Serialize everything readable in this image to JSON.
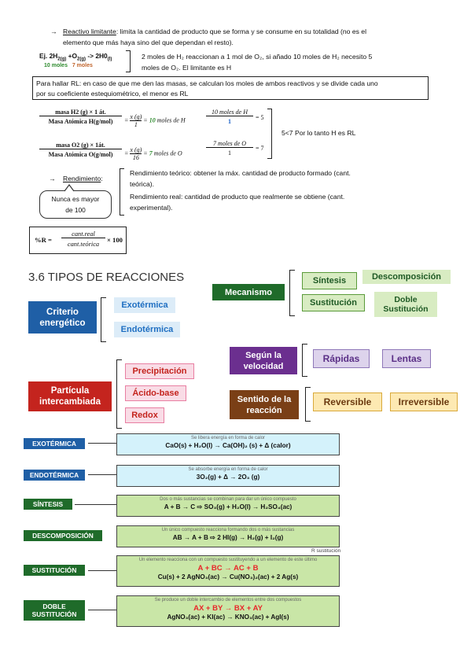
{
  "rl": {
    "arrow": "→",
    "title": "Reactivo limitante",
    "def_1": ": limita la cantidad de producto que se forma y se consume en su totalidad (no es el",
    "def_2": "elemento que más haya sino del que dependan el resto).",
    "eq_prefix": "Ej. 2H",
    "eq_mid": " +O",
    "eq_end": " -> 2H0",
    "eq_moles_a": "10 moles",
    "eq_moles_b": "7 moles",
    "note_1": "2 moles de H₂ reaccionan a 1 mol de O₂, si añado 10 moles de H₂ necesito 5",
    "note_2": "moles de O₂. El limitante es H",
    "how_1": "Para hallar RL: en caso de que me den las masas, se calculan los moles de ambos reactivos y se divide cada uno",
    "how_2": "por su coeficiente estequiométrico, el menor es RL",
    "f1_num": "masa H2 (g) × 1 át.",
    "f1_den": "Masa Atómica H(g/mol)",
    "f1_eq": "= x (g) / 1 = 10 moles de H",
    "f1_ratio_num": "10 moles de H",
    "f1_ratio_den": "1",
    "f1_ratio_res": "= 5",
    "f2_num": "masa O2 (g) × 1át.",
    "f2_den": "Masa Atómica O(g/mol)",
    "f2_eq": "= x (g) / 16 = 7 moles de O",
    "f2_ratio_num": "7 moles de O",
    "f2_ratio_den": "1",
    "f2_ratio_res": "= 7",
    "conclusion": "5<7 Por lo tanto H es RL"
  },
  "rend": {
    "arrow": "→",
    "title": "Rendimiento",
    "colon": ":",
    "callout_1": "Nunca es mayor",
    "callout_2": "de 100",
    "teo_1": "Rendimiento teórico: obtener la máx. cantidad de producto formado (cant.",
    "teo_2": "teórica).",
    "real_1": "Rendimiento real: cantidad de producto que realmente se obtiene (cant.",
    "real_2": "experimental).",
    "formula_left": "%R =",
    "formula_num": "cant.real",
    "formula_den": "cant.teórica",
    "formula_right": "× 100"
  },
  "section_title": "3.6 TIPOS DE REACCIONES",
  "mapa": {
    "criterio": "Criterio energético",
    "exotermica": "Exotérmica",
    "endotermica": "Endotérmica",
    "mecanismo": "Mecanismo",
    "sintesis": "Síntesis",
    "descomposicion": "Descomposición",
    "sustitucion": "Sustitución",
    "doble_1": "Doble",
    "doble_2": "Sustitución",
    "velocidad": "Según la velocidad",
    "rapidas": "Rápidas",
    "lentas": "Lentas",
    "particula": "Partícula intercambiada",
    "precipitacion": "Precipitación",
    "acido_base": "Ácido-base",
    "redox": "Redox",
    "sentido": "Sentido de la reacción",
    "reversible": "Reversible",
    "irreversible": "Irreversible"
  },
  "tipos": [
    {
      "label": "EXOTÉRMICA",
      "desc": "Se libera energía en forma de calor",
      "eq": "CaO(s) + H₂O(l) → Ca(OH)₂ (s) + Δ (calor)"
    },
    {
      "label": "ENDOTÉRMICA",
      "desc": "Se absorbe energía en forma de calor",
      "eq": "3O₂(g) + Δ → 2O₃ (g)"
    },
    {
      "label": "SÍNTESIS",
      "desc": "Dos o más sustancias se combinan para dar un único compuesto",
      "eq_a": "A + B → C",
      "eq_b": "⇨ SO₃(g) + H₂O(l) → H₂SO₄(ac)"
    },
    {
      "label": "DESCOMPOSICIÓN",
      "desc": "Un único compuesto reacciona formando dos o más sustancias",
      "eq_a": "AB → A + B",
      "eq_b": "⇨ 2 HI(g) → H₂(g) + I₂(g)",
      "note": "R sustitución"
    },
    {
      "label": "SUSTITUCIÓN",
      "desc": "Un elemento reacciona con un compuesto sustituyendo a un elemento de este último",
      "eq_a": "A + BC → AC + B",
      "eq_b": "Cu(s) + 2 AgNO₃(ac) → Cu(NO₃)₂(ac) + 2 Ag(s)"
    },
    {
      "label": "DOBLE SUSTITUCIÓN",
      "desc": "Se produce un doble intercambio de elementos entre dos compuestos",
      "eq_a": "AX + BY → BX + AY",
      "eq_b": "AgNO₃(ac) + KI(ac) → KNO₃(ac) + AgI(s)"
    }
  ],
  "colors": {
    "green_dark": "#1f6b2a",
    "blue_btn": "#1f5fa6",
    "purple": "#6b2f8f",
    "red": "#c4241e",
    "brown": "#7a3f16",
    "light_green": "#d8ecc2",
    "light_blue": "#dcecf8",
    "light_pink": "#f9dce6",
    "light_purple": "#ddd3ec",
    "light_yellow": "#fde9b2"
  }
}
